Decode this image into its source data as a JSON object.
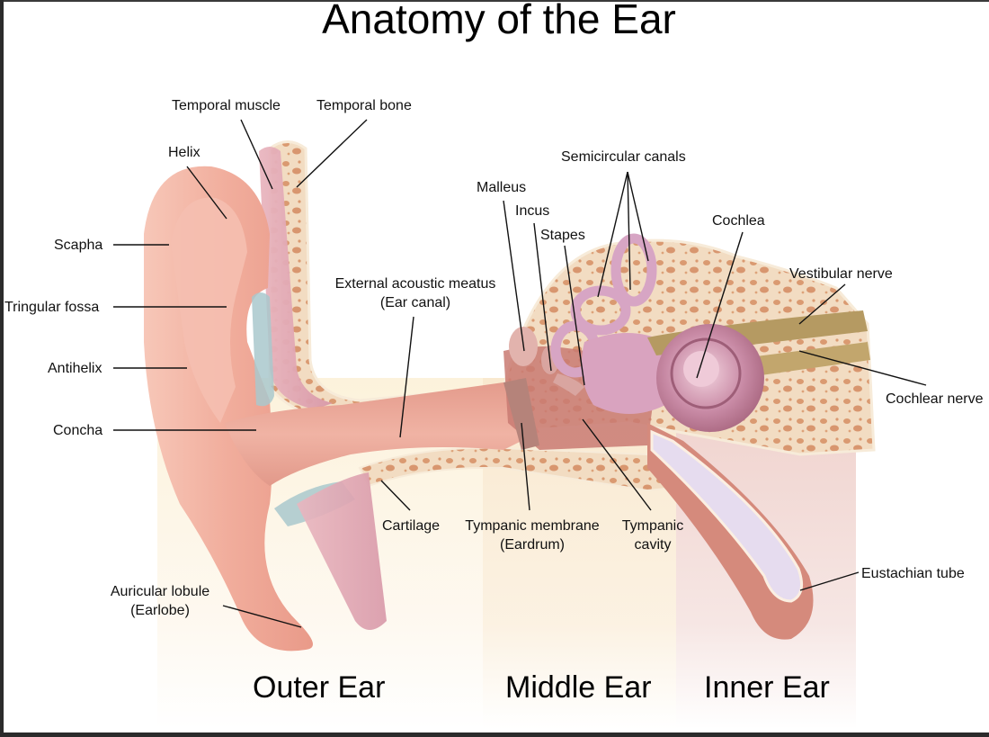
{
  "title": "Anatomy of the Ear",
  "labels": {
    "temporal_muscle": "Temporal muscle",
    "temporal_bone": "Temporal bone",
    "helix": "Helix",
    "scapha": "Scapha",
    "triangular_fossa": "Tringular fossa",
    "antihelix": "Antihelix",
    "concha": "Concha",
    "ear_canal_line1": "External acoustic meatus",
    "ear_canal_line2": "(Ear canal)",
    "malleus": "Malleus",
    "incus": "Incus",
    "stapes": "Stapes",
    "semicircular_canals": "Semicircular canals",
    "cochlea": "Cochlea",
    "vestibular_nerve": "Vestibular nerve",
    "cochlear_nerve": "Cochlear nerve",
    "cartilage": "Cartilage",
    "tympanic_membrane_line1": "Tympanic membrane",
    "tympanic_membrane_line2": "(Eardrum)",
    "tympanic_cavity_line1": "Tympanic",
    "tympanic_cavity_line2": "cavity",
    "eustachian_tube": "Eustachian tube",
    "auricular_lobule_line1": "Auricular lobule",
    "auricular_lobule_line2": "(Earlobe)"
  },
  "sections": {
    "outer": "Outer Ear",
    "middle": "Middle Ear",
    "inner": "Inner Ear"
  },
  "colors": {
    "skin": "#f2b3a3",
    "bone": "#f3dcc0",
    "bone_spots": "#d98a5a",
    "canal": "#e8a496",
    "labyrinth": "#d9a3bf",
    "nerve": "#b59a62",
    "cartilage": "#a9c8cc",
    "eustachian_inner": "#e6dcef"
  }
}
